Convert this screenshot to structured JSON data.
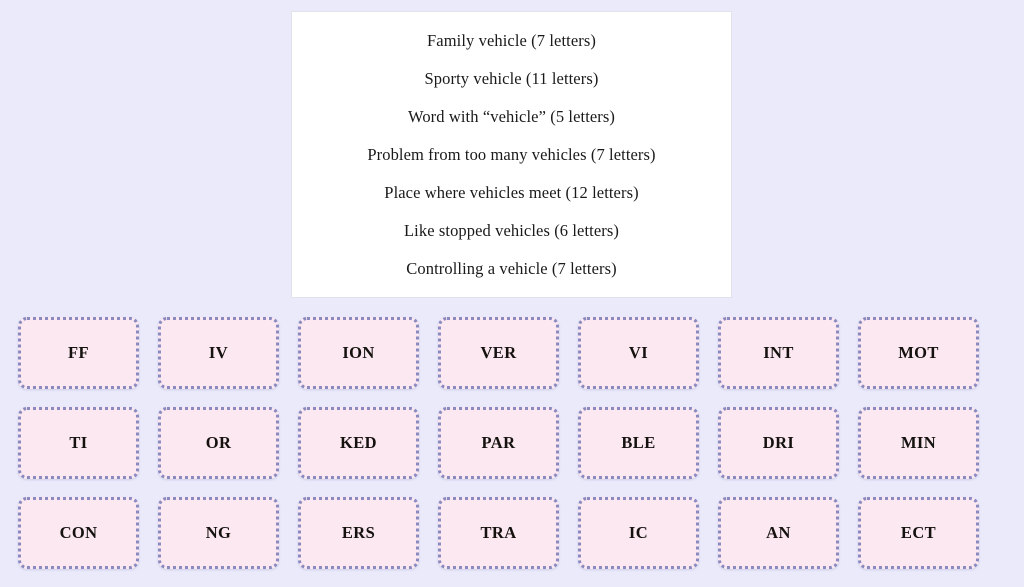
{
  "background_color": "#eaeafb",
  "clue_panel": {
    "background_color": "#ffffff",
    "border_color": "#e2e2ea",
    "clues": [
      {
        "text": "Family vehicle (7 letters)"
      },
      {
        "text": "Sporty vehicle (11 letters)"
      },
      {
        "text": "Word with “vehicle” (5 letters)"
      },
      {
        "text": "Problem from too many vehicles (7 letters)"
      },
      {
        "text": "Place where vehicles meet (12 letters)"
      },
      {
        "text": "Like stopped vehicles (6 letters)"
      },
      {
        "text": "Controlling a vehicle (7 letters)"
      }
    ]
  },
  "tile_grid": {
    "columns": 7,
    "rows": 3,
    "tile_fill_color": "#fbe8f0",
    "tile_border_color": "#8a8ac0",
    "tile_text_color": "#14110f",
    "tiles": [
      {
        "label": "FF"
      },
      {
        "label": "IV"
      },
      {
        "label": "ION"
      },
      {
        "label": "VER"
      },
      {
        "label": "VI"
      },
      {
        "label": "INT"
      },
      {
        "label": "MOT"
      },
      {
        "label": "TI"
      },
      {
        "label": "OR"
      },
      {
        "label": "KED"
      },
      {
        "label": "PAR"
      },
      {
        "label": "BLE"
      },
      {
        "label": "DRI"
      },
      {
        "label": "MIN"
      },
      {
        "label": "CON"
      },
      {
        "label": "NG"
      },
      {
        "label": "ERS"
      },
      {
        "label": "TRA"
      },
      {
        "label": "IC"
      },
      {
        "label": "AN"
      },
      {
        "label": "ECT"
      }
    ]
  }
}
